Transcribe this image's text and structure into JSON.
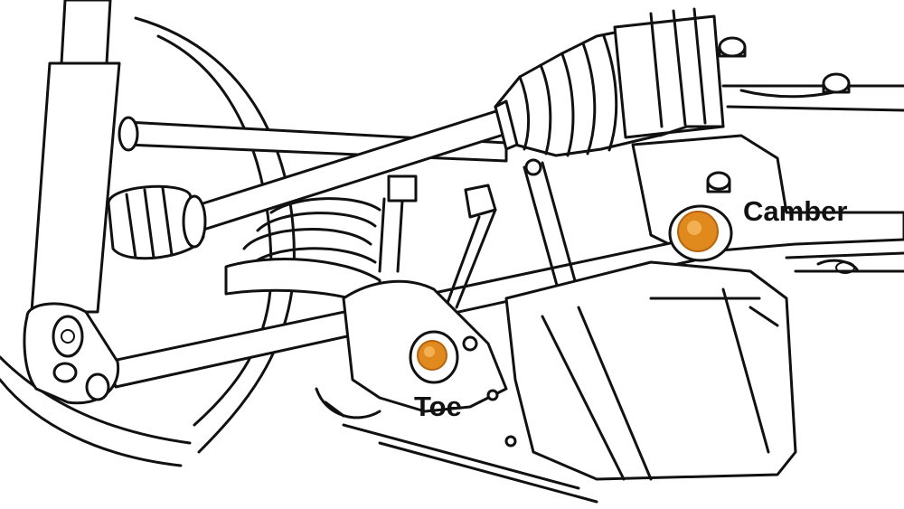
{
  "labels": {
    "camber": "Camber",
    "toe": "Toe"
  },
  "colors": {
    "line": "#111111",
    "background": "#ffffff",
    "highlight": "#e08a1e",
    "highlight_dark": "#b8640c"
  },
  "highlighted_bolts": [
    "camber",
    "toe"
  ]
}
